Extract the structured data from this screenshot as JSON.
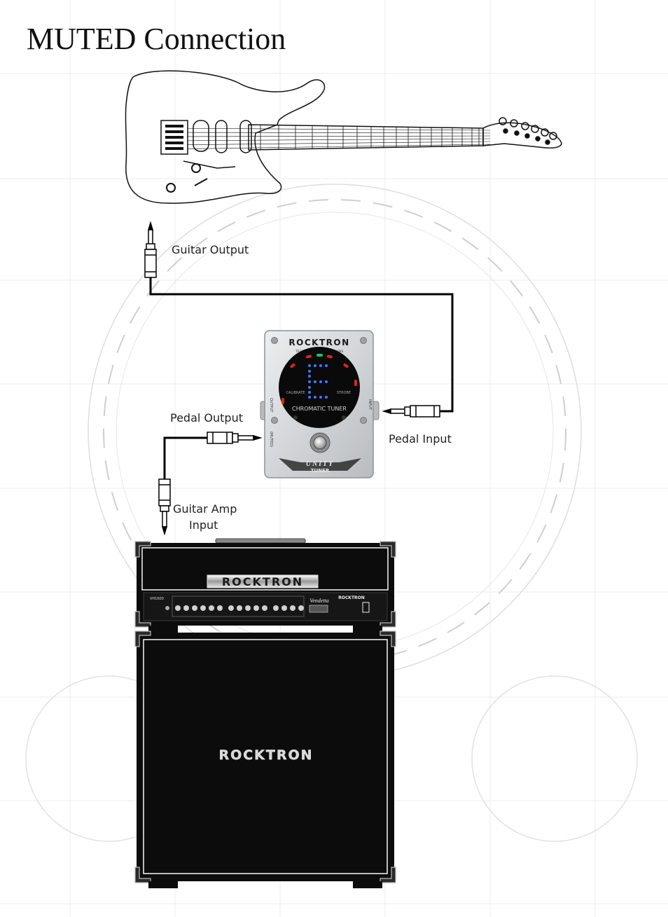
{
  "title": "MUTED Connection",
  "labels": {
    "guitar_output": "Guitar Output",
    "pedal_output": "Pedal Output",
    "pedal_input": "Pedal Input",
    "amp_input_line1": "Guitar Amp",
    "amp_input_line2": "Input"
  },
  "pedal": {
    "brand": "ROCKTRON",
    "tagline": "TECHNOLOGY FOR MUSICIANS",
    "display_caption": "CHROMATIC TUNER",
    "button_left": "CALIBRATE",
    "button_right": "STROBE",
    "jack_left": "OUTPUT",
    "jack_left_sub": "(MUTED)",
    "jack_right": "INPUT",
    "logo_line1": "UNITY",
    "logo_line2": "TUNER"
  },
  "amp_head": {
    "brand": "ROCKTRON",
    "model": "VH1600",
    "script_logo": "Vendetta",
    "panel_brand": "ROCKTRON"
  },
  "cabinet": {
    "brand": "ROCKTRON"
  },
  "colors": {
    "line": "#000000",
    "grid": "#e4e4e4",
    "tuner_blue": "#3d7bff",
    "tuner_red": "#e2231a",
    "tuner_green": "#22c55e",
    "pedal_body": "#d6d8da",
    "amp_body": "#0c0c0c"
  }
}
